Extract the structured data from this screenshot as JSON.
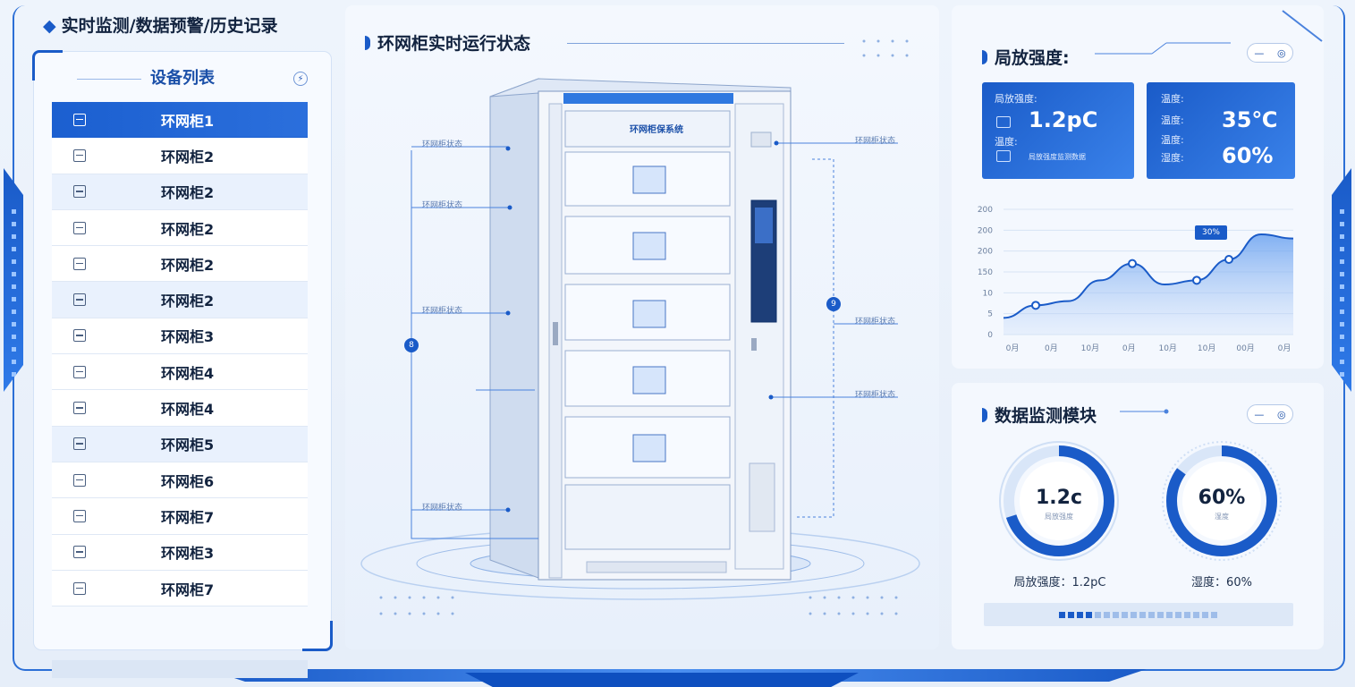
{
  "header": {
    "title": "实时监测/数据预警/历史记录"
  },
  "device_list": {
    "title": "设备列表",
    "items": [
      {
        "label": "环网柜1",
        "state": "active"
      },
      {
        "label": "环网柜2",
        "state": "normal"
      },
      {
        "label": "环网柜2",
        "state": "alt"
      },
      {
        "label": "环网柜2",
        "state": "normal"
      },
      {
        "label": "环网柜2",
        "state": "normal"
      },
      {
        "label": "环网柜2",
        "state": "alt"
      },
      {
        "label": "环网柜3",
        "state": "normal"
      },
      {
        "label": "环网柜4",
        "state": "normal"
      },
      {
        "label": "环网柜4",
        "state": "normal"
      },
      {
        "label": "环网柜5",
        "state": "alt"
      },
      {
        "label": "环网柜6",
        "state": "normal"
      },
      {
        "label": "环网柜7",
        "state": "normal"
      },
      {
        "label": "环网柜3",
        "state": "normal"
      },
      {
        "label": "环网柜7",
        "state": "normal"
      }
    ]
  },
  "center": {
    "title": "环网柜实时运行状态",
    "cabinet_label": "环网柜保系统",
    "callouts_left": [
      "环网柜状态",
      "环网柜状态",
      "环网柜状态",
      "环网柜状态"
    ],
    "callouts_right": [
      "环网柜状态",
      "环网柜状态",
      "环网柜状态"
    ],
    "badges": [
      "8",
      "9"
    ]
  },
  "discharge_panel": {
    "title": "局放强度:",
    "card1": {
      "label": "局放强度:",
      "value": "1.2pC",
      "sub_label": "温度:",
      "note": "局放强度监测数据"
    },
    "card2": {
      "label": "温度:",
      "rows": [
        {
          "label": "温度:",
          "value": "35℃"
        },
        {
          "label": "温度:",
          "value": ""
        },
        {
          "label": "湿度:",
          "value": "60%"
        }
      ]
    },
    "callout_label": "30%"
  },
  "chart_data": {
    "type": "area",
    "title": "",
    "y_ticks": [
      "200",
      "200",
      "200",
      "150",
      "10",
      "5",
      "0"
    ],
    "x_ticks": [
      "0月",
      "0月",
      "10月",
      "0月",
      "10月",
      "10月",
      "00月",
      "0月"
    ],
    "series": [
      {
        "values": [
          4,
          7,
          8,
          13,
          17,
          12,
          13,
          18,
          24,
          23
        ]
      }
    ],
    "ylim": [
      0,
      30
    ],
    "grid": true
  },
  "monitor_panel": {
    "title": "数据监测模块",
    "ring1": {
      "value": "1.2c",
      "sub": "局放强度",
      "caption": "局放强度：1.2pC",
      "fraction": 0.7
    },
    "ring2": {
      "value": "60%",
      "sub": "湿度",
      "caption": "湿度：60%",
      "fraction": 0.85
    }
  },
  "colors": {
    "accent": "#1a5bc8",
    "accent_light": "#3a82ea",
    "bg": "#eef4fc"
  },
  "icons": [
    "diamond-icon",
    "refresh-icon",
    "device-icon",
    "toggle-icon",
    "chart-icon"
  ]
}
